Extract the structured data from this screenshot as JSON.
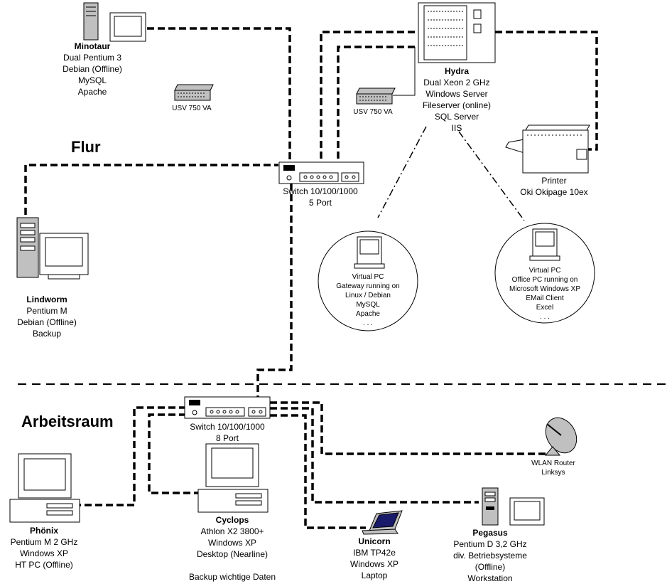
{
  "areas": {
    "flur": "Flur",
    "arbeitsraum": "Arbeitsraum"
  },
  "nodes": {
    "minotaur": {
      "name": "Minotaur",
      "lines": [
        "Dual Pentium 3",
        "Debian (Offline)",
        "MySQL",
        "Apache"
      ]
    },
    "usv_left": {
      "name": "USV 750 VA"
    },
    "usv_right": {
      "name": "USV 750 VA"
    },
    "hydra": {
      "name": "Hydra",
      "lines": [
        "Dual Xeon 2  GHz",
        "Windows Server",
        "Fileserver (online)",
        "SQL Server",
        "IIS"
      ]
    },
    "printer": {
      "lines": [
        "Printer",
        "Oki Okipage 10ex"
      ]
    },
    "switch5": {
      "lines": [
        "Switch 10/100/1000",
        "5 Port"
      ]
    },
    "lindworm": {
      "name": "Lindworm",
      "lines": [
        "Pentium M",
        "Debian (Offline)",
        "Backup"
      ]
    },
    "vpc1": {
      "lines": [
        "Virtual PC",
        "Gateway running on",
        "Linux / Debian",
        "MySQL",
        "Apache",
        ". . ."
      ]
    },
    "vpc2": {
      "lines": [
        "Virtual PC",
        "Office PC running on",
        "Microsoft Windows XP",
        "EMail Client",
        "Excel",
        ". . ."
      ]
    },
    "switch8": {
      "lines": [
        "Switch 10/100/1000",
        "8 Port"
      ]
    },
    "wlan": {
      "lines": [
        "WLAN Router",
        "Linksys"
      ]
    },
    "phoenix": {
      "name": "Phönix",
      "lines": [
        "Pentium M 2 GHz",
        "Windows XP",
        "HT PC (Offline)"
      ]
    },
    "cyclops": {
      "name": "Cyclops",
      "lines": [
        "Athlon X2 3800+",
        "Windows XP",
        "Desktop (Nearline)"
      ],
      "note": "Backup wichtige Daten"
    },
    "unicorn": {
      "name": "Unicorn",
      "lines": [
        "IBM TP42e",
        "Windows XP",
        "Laptop"
      ]
    },
    "pegasus": {
      "name": "Pegasus",
      "lines": [
        "Pentium D 3,2 GHz",
        "div. Betriebsysteme",
        "(Offline)",
        "Workstation"
      ]
    }
  }
}
